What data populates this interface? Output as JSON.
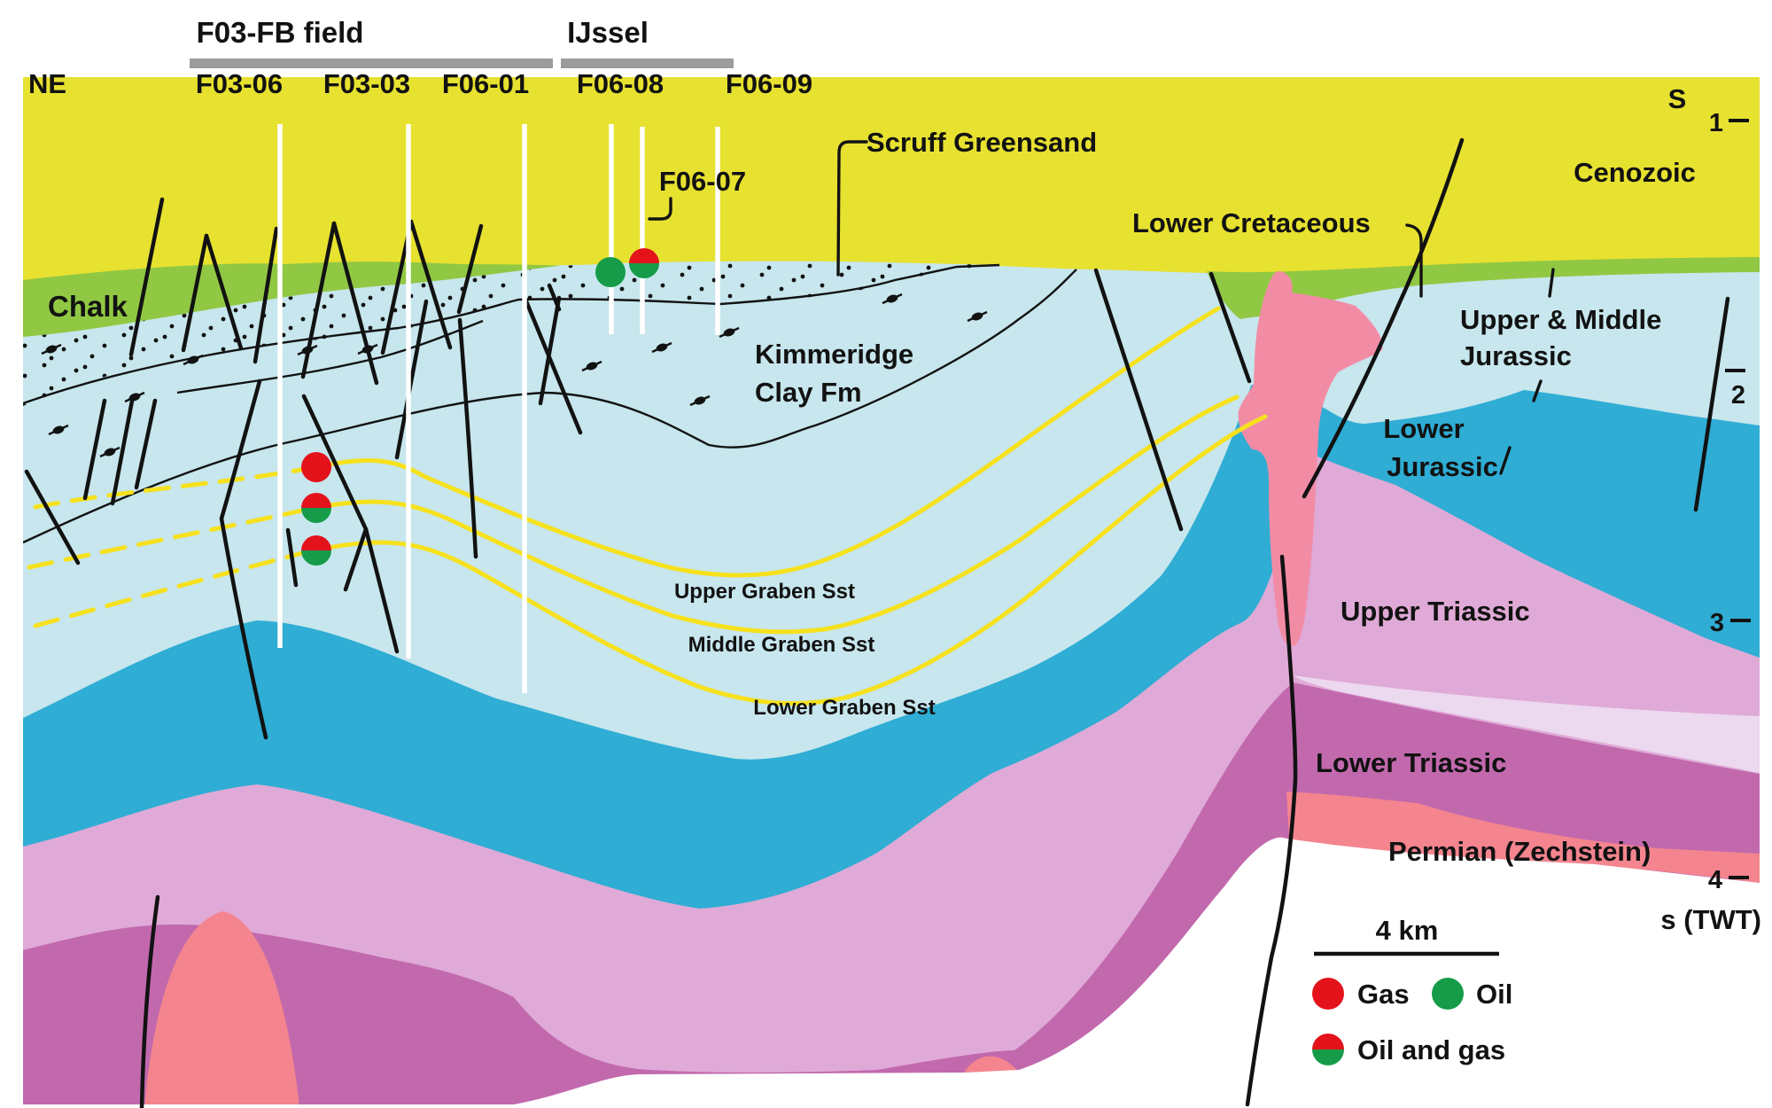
{
  "colors": {
    "cenozoic_yellow": "#e7e130",
    "chalk_green": "#90c843",
    "light_blue": "#c7e6ed",
    "teal_blue": "#2fadd4",
    "upper_triassic_pink": "#dfaad7",
    "lavender_band": "#ecd8ef",
    "lower_triassic_magenta": "#c269ae",
    "permian_salmon": "#f4858e",
    "salt_pink": "#f28ca5",
    "graben_yellow": "#f6e11e",
    "gas_red": "#e3121b",
    "oil_green": "#169c49",
    "bar_gray": "#9c9c9c",
    "line_black": "#121212"
  },
  "header": {
    "field_label": "F03-FB field",
    "ijssel_label": "IJssel"
  },
  "compass": {
    "left": "NE",
    "right": "S"
  },
  "wells": [
    "F03-06",
    "F03-03",
    "F06-01",
    "F06-08",
    "F06-09",
    "F06-07"
  ],
  "formations": {
    "cenozoic": "Cenozoic",
    "chalk": "Chalk",
    "scruff": "Scruff Greensand",
    "lower_cretaceous": "Lower Cretaceous",
    "kimmeridge_line1": "Kimmeridge",
    "kimmeridge_line2": "Clay Fm",
    "umj_line1": "Upper & Middle",
    "umj_line2": "Jurassic",
    "lj_line1": "Lower",
    "lj_line2": "Jurassic",
    "upper_triassic": "Upper Triassic",
    "lower_triassic": "Lower Triassic",
    "permian": "Permian (Zechstein)",
    "upper_graben": "Upper Graben Sst",
    "middle_graben": "Middle Graben Sst",
    "lower_graben": "Lower Graben Sst"
  },
  "axis": {
    "t1": "1",
    "t2": "2",
    "t3": "3",
    "t4": "4",
    "unit": "s (TWT)"
  },
  "scale": {
    "label": "4 km"
  },
  "legend": {
    "gas": "Gas",
    "oil": "Oil",
    "oil_gas": "Oil and gas"
  }
}
